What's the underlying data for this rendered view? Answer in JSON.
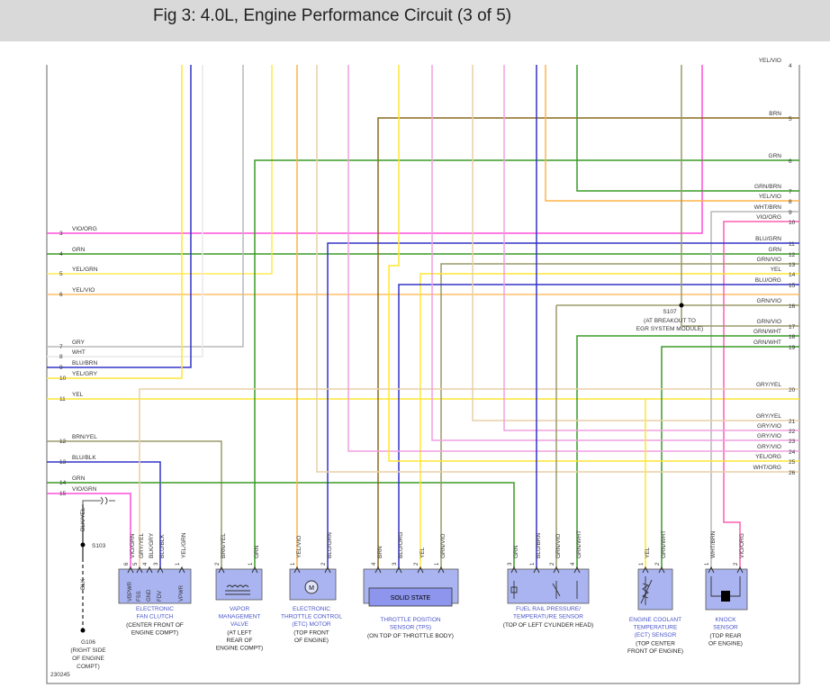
{
  "header": {
    "title": "Fig 3: 4.0L, Engine Performance Circuit (3 of 5)"
  },
  "colors": {
    "VIO": "#ff4fd8",
    "GRN": "#3a9b27",
    "YEL": "#ffe633",
    "GRY": "#b9b9b9",
    "WHT": "#e9e9e9",
    "BLU": "#3434c9",
    "BRN": "#8a6a1e",
    "ORG": "#ffb347",
    "PNK": "#ff5fb0",
    "TAN": "#e8cfa7",
    "LTPNK": "#f0a0e0",
    "OLIVE": "#9a9a6c",
    "component_fill": "#a9b4f0",
    "component_stroke": "#4a55c8",
    "solid_state_fill": "#8d95ec",
    "frame": "#666666"
  },
  "left_terminals": [
    {
      "num": "3",
      "label": "VIO/ORG"
    },
    {
      "num": "4",
      "label": "GRN"
    },
    {
      "num": "5",
      "label": "YEL/GRN"
    },
    {
      "num": "6",
      "label": "YEL/VIO"
    },
    {
      "num": "7",
      "label": "GRY"
    },
    {
      "num": "8",
      "label": "WHT"
    },
    {
      "num": "9",
      "label": "BLU/BRN"
    },
    {
      "num": "10",
      "label": "YEL/GRY"
    },
    {
      "num": "11",
      "label": "YEL"
    },
    {
      "num": "12",
      "label": "BRN/YEL"
    },
    {
      "num": "13",
      "label": "BLU/BLK"
    },
    {
      "num": "14",
      "label": "GRN"
    },
    {
      "num": "15",
      "label": "VIO/GRN"
    }
  ],
  "right_terminals": [
    {
      "num": "4",
      "label": "YEL/VIO"
    },
    {
      "num": "5",
      "label": "BRN"
    },
    {
      "num": "6",
      "label": "GRN"
    },
    {
      "num": "7",
      "label": "GRN/BRN"
    },
    {
      "num": "8",
      "label": "YEL/VIO"
    },
    {
      "num": "9",
      "label": "WHT/BRN"
    },
    {
      "num": "10",
      "label": "VIO/ORG"
    },
    {
      "num": "11",
      "label": "BLU/GRN"
    },
    {
      "num": "12",
      "label": "GRN"
    },
    {
      "num": "13",
      "label": "GRN/VIO"
    },
    {
      "num": "14",
      "label": "YEL"
    },
    {
      "num": "15",
      "label": "BLU/ORG"
    },
    {
      "num": "16",
      "label": "GRN/VIO"
    },
    {
      "num": "17",
      "label": "GRN/VIO"
    },
    {
      "num": "18",
      "label": "GRN/WHT"
    },
    {
      "num": "19",
      "label": "GRN/WHT"
    },
    {
      "num": "20",
      "label": "GRY/YEL"
    },
    {
      "num": "21",
      "label": "GRY/YEL"
    },
    {
      "num": "22",
      "label": "GRY/VIO"
    },
    {
      "num": "23",
      "label": "GRY/VIO"
    },
    {
      "num": "24",
      "label": "GRY/VIO"
    },
    {
      "num": "25",
      "label": "YEL/ORG"
    },
    {
      "num": "26",
      "label": "WHT/ORG"
    }
  ],
  "splices": {
    "s107": {
      "id": "S107",
      "desc1": "(AT BREAKOUT TO",
      "desc2": "EGR SYSTEM MODULE)"
    },
    "s103": {
      "id": "S103"
    }
  },
  "ground": {
    "wire_top": "BLK/YEL",
    "wire_bottom": "BLK",
    "id": "G106",
    "desc": [
      "(RIGHT SIDE",
      "OF ENGINE",
      "COMPT)"
    ]
  },
  "components": [
    {
      "key": "fan_clutch",
      "pins": [
        {
          "num": "6",
          "wire": "VIO/GRN"
        },
        {
          "num": "5",
          "wire": "GRY/YEL"
        },
        {
          "num": "4",
          "wire": "BLK/GRY"
        },
        {
          "num": "3",
          "wire": "BLU/BLK"
        },
        {
          "num": "1",
          "wire": "YEL/GRN"
        }
      ],
      "inner": [
        "VBPWR",
        "FSS",
        "GND",
        "FDV",
        "VPWR"
      ],
      "name": [
        "ELECTRONIC",
        "FAN CLUTCH"
      ],
      "location": [
        "(CENTER FRONT OF",
        "ENGINE COMPT)"
      ]
    },
    {
      "key": "vmv",
      "pins": [
        {
          "num": "2",
          "wire": "BRN/YEL"
        },
        {
          "num": "1",
          "wire": "GRN"
        }
      ],
      "name": [
        "VAPOR",
        "MANAGEMENT",
        "VALVE"
      ],
      "location": [
        "(AT LEFT",
        "REAR OF",
        "ENGINE COMPT)"
      ]
    },
    {
      "key": "etc",
      "pins": [
        {
          "num": "1",
          "wire": "YEL/VIO"
        },
        {
          "num": "2",
          "wire": "BLU/GRN"
        }
      ],
      "inner": [
        "M"
      ],
      "name": [
        "ELECTRONIC",
        "THROTTLE CONTROL",
        "(ETC) MOTOR"
      ],
      "location": [
        "(TOP FRONT",
        "OF ENGINE)"
      ]
    },
    {
      "key": "tps",
      "pins": [
        {
          "num": "4",
          "wire": "BRN"
        },
        {
          "num": "3",
          "wire": "BLU/ORG"
        },
        {
          "num": "2",
          "wire": "YEL"
        },
        {
          "num": "1",
          "wire": "GRN/VIO"
        }
      ],
      "inner": [
        "SOLID STATE"
      ],
      "name": [
        "THROTTLE POSITION",
        "SENSOR (TPS)"
      ],
      "location": [
        "(ON TOP OF THROTTLE BODY)"
      ]
    },
    {
      "key": "frp",
      "pins": [
        {
          "num": "3",
          "wire": "GRN"
        },
        {
          "num": "1",
          "wire": "BLU/BRN"
        },
        {
          "num": "2",
          "wire": "GRN/VIO"
        },
        {
          "num": "4",
          "wire": "GRN/WHT"
        }
      ],
      "name": [
        "FUEL RAIL PRESSURE/",
        "TEMPERATURE SENSOR"
      ],
      "location": [
        "(TOP OF LEFT CYLINDER HEAD)"
      ]
    },
    {
      "key": "ect",
      "pins": [
        {
          "num": "1",
          "wire": "YEL"
        },
        {
          "num": "2",
          "wire": "GRN/WHT"
        }
      ],
      "name": [
        "ENGINE COOLANT",
        "TEMPERATURE",
        "(ECT) SENSOR"
      ],
      "location": [
        "(TOP CENTER",
        "FRONT OF ENGINE)"
      ]
    },
    {
      "key": "knock",
      "pins": [
        {
          "num": "1",
          "wire": "WHT/BRN"
        },
        {
          "num": "2",
          "wire": "VIO/ORG"
        }
      ],
      "name": [
        "KNOCK",
        "SENSOR"
      ],
      "location": [
        "(TOP REAR",
        "OF ENGINE)"
      ]
    }
  ],
  "figure_id": "230245"
}
